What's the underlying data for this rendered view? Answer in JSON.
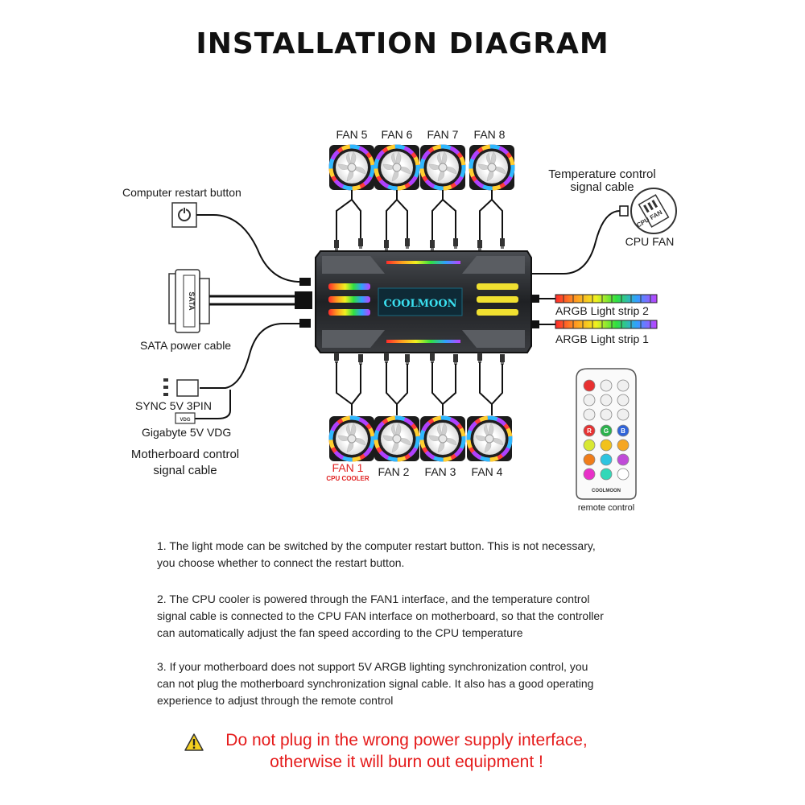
{
  "title": "INSTALLATION DIAGRAM",
  "fans_top": [
    "FAN 5",
    "FAN 6",
    "FAN 7",
    "FAN 8"
  ],
  "fans_bottom": [
    "FAN 1",
    "FAN 2",
    "FAN 3",
    "FAN 4"
  ],
  "fan1_sub": "CPU COOLER",
  "hub_logo": "COOLMOON",
  "labels": {
    "restart_button": "Computer restart button",
    "temp_cable_line1": "Temperature control",
    "temp_cable_line2": "signal cable",
    "cpu_fan": "CPU FAN",
    "cpu_fan_connector": "CPU FAN",
    "argb_strip_2": "ARGB Light strip 2",
    "argb_strip_1": "ARGB Light strip 1",
    "sata_connector": "SATA",
    "sata_power": "SATA power cable",
    "sync_5v": "SYNC 5V 3PIN",
    "gigabyte_5v": "Gigabyte 5V VDG",
    "vdg_connector": "VDG",
    "mb_signal_line1": "Motherboard control",
    "mb_signal_line2": "signal cable",
    "remote_control": "remote control",
    "remote_brand": "COOLMOON"
  },
  "notes": [
    "1. The light mode can be switched by the computer restart button. This is not necessary,\n    you choose whether to connect the restart button.",
    "2. The CPU cooler is powered through the FAN1 interface, and the temperature control\nsignal cable is connected to the CPU FAN interface on motherboard, so that the controller\ncan automatically adjust the fan speed according to the CPU temperature",
    "3. If your motherboard does not support 5V ARGB lighting synchronization control, you\ncan not plug the motherboard synchronization signal cable. It also has a good operating\n experience to adjust through the remote control"
  ],
  "warning": {
    "line1": "Do not plug in the wrong power supply interface,",
    "line2": "otherwise it will burn out equipment !"
  },
  "remote_buttons": [
    {
      "label": "",
      "color": "#e83030"
    },
    {
      "label": "",
      "color": "#f0f0f0"
    },
    {
      "label": "",
      "color": "#f0f0f0"
    },
    {
      "label": "",
      "color": "#f0f0f0"
    },
    {
      "label": "",
      "color": "#f0f0f0"
    },
    {
      "label": "",
      "color": "#f0f0f0"
    },
    {
      "label": "",
      "color": "#f0f0f0"
    },
    {
      "label": "",
      "color": "#f0f0f0"
    },
    {
      "label": "",
      "color": "#f0f0f0"
    },
    {
      "label": "R",
      "color": "#e63232"
    },
    {
      "label": "G",
      "color": "#2bb24c"
    },
    {
      "label": "B",
      "color": "#2f63d8"
    },
    {
      "label": "",
      "color": "#d8e832"
    },
    {
      "label": "",
      "color": "#f2c21b"
    },
    {
      "label": "",
      "color": "#f5a623"
    },
    {
      "label": "",
      "color": "#f07d1a"
    },
    {
      "label": "",
      "color": "#2ec4e0"
    },
    {
      "label": "",
      "color": "#c04bd8"
    },
    {
      "label": "",
      "color": "#e830c8"
    },
    {
      "label": "",
      "color": "#32d8b8"
    },
    {
      "label": "",
      "color": "#ffffff"
    }
  ],
  "colors": {
    "warning": "#e51b1b",
    "fan1_label": "#e02020",
    "logo": "#3ae0f0",
    "hub_body": "#2a2c30"
  }
}
